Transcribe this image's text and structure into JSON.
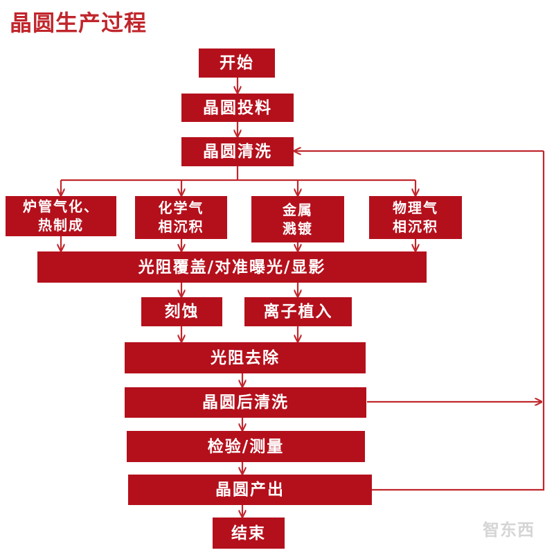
{
  "title": "晶圆生产过程",
  "nodes": {
    "start": "开始",
    "feed": "晶圆投料",
    "clean": "晶圆清洗",
    "cvd_furnace": "炉管气化、\n热制成",
    "cvd_chem": "化学气\n相沉积",
    "sputter": "金属\n溅镀",
    "pvd": "物理气\n相沉积",
    "photo": "光阻覆盖/对准曝光/显影",
    "etch": "刻蚀",
    "implant": "离子植入",
    "strip": "光阻去除",
    "post_clean": "晶圆后清洗",
    "inspect": "检验/测量",
    "output": "晶圆产出",
    "end": "结束"
  },
  "colors": {
    "box": "#b4101c",
    "arrow": "#c0262c",
    "title": "#c0262c"
  },
  "watermark": "智东西"
}
